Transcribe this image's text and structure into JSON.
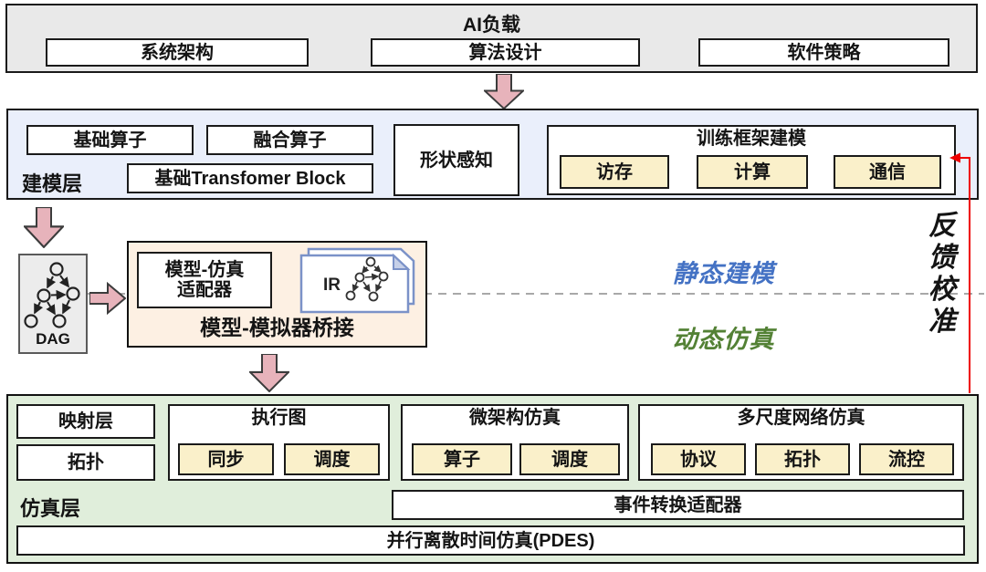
{
  "workload": {
    "title": "AI负载",
    "items": [
      "系统架构",
      "算法设计",
      "软件策略"
    ]
  },
  "modeling": {
    "layer_label": "建模层",
    "basic_operator": "基础算子",
    "fused_operator": "融合算子",
    "transformer_block": "基础Transfomer Block",
    "shape_awareness": "形状感知",
    "framework": {
      "title": "训练框架建模",
      "items": [
        "访存",
        "计算",
        "通信"
      ]
    }
  },
  "bridge": {
    "dag_label": "DAG",
    "adapter_line1": "模型-仿真",
    "adapter_line2": "适配器",
    "ir_label": "IR",
    "title": "模型-模拟器桥接"
  },
  "annotations": {
    "static_modeling": "静态建模",
    "dynamic_simulation": "动态仿真",
    "feedback_calibration": "反馈校准"
  },
  "simulation": {
    "layer_label": "仿真层",
    "mapping_layer": "映射层",
    "topology": "拓扑",
    "execution_graph": {
      "title": "执行图",
      "items": [
        "同步",
        "调度"
      ]
    },
    "microarch": {
      "title": "微架构仿真",
      "items": [
        "算子",
        "调度"
      ]
    },
    "network": {
      "title": "多尺度网络仿真",
      "items": [
        "协议",
        "拓扑",
        "流控"
      ]
    },
    "event_adapter": "事件转换适配器",
    "pdes": "并行离散时间仿真(PDES)"
  },
  "icons": {
    "dag": "dag-graph-icon",
    "ir_document": "ir-document-icon",
    "flow_arrow": "block-arrow-icon"
  },
  "colors": {
    "workload_bg": "#e9e9e9",
    "modeling_bg": "#eaeffb",
    "bridge_bg": "#fdf0e3",
    "simulation_bg": "#e0eedb",
    "tan_bg": "#faf0ca",
    "arrow_fill": "#e7b3bb",
    "static_text": "#4472c4",
    "dynamic_text": "#538135",
    "feedback_line": "#ee0000",
    "divider_line": "#8c8c8c"
  }
}
